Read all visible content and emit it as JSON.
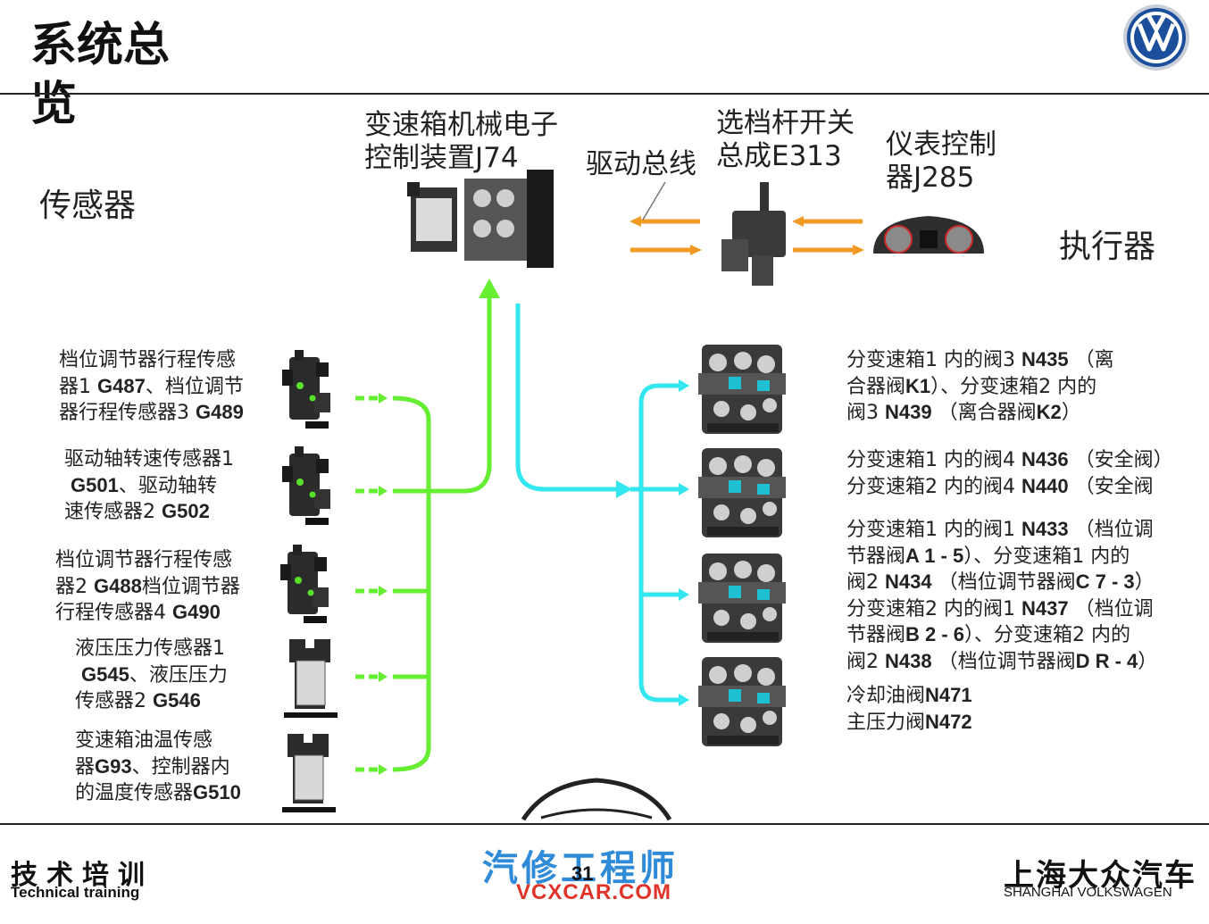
{
  "title": "系统总览",
  "labels": {
    "sensors": "传感器",
    "actuators": "执行器",
    "mechatronic": "变速箱机械电子\n控制装置J74",
    "drive_bus": "驱动总线",
    "selector": "选档杆开关\n总成E313",
    "instrument": "仪表控制\n器J285"
  },
  "sensors": [
    {
      "parts": [
        [
          "档位调节器行程传感\n器1 ",
          false
        ],
        [
          "G487",
          true
        ],
        [
          "、档位调节\n器行程传感器3 ",
          false
        ],
        [
          "G489",
          true
        ]
      ]
    },
    {
      "parts": [
        [
          "驱动轴转速传感器1\n ",
          false
        ],
        [
          "G501",
          true
        ],
        [
          "、驱动轴转\n速传感器2 ",
          false
        ],
        [
          "G502",
          true
        ]
      ]
    },
    {
      "parts": [
        [
          "档位调节器行程传感\n器2 ",
          false
        ],
        [
          "G488",
          true
        ],
        [
          "档位调节器\n行程传感器4 ",
          false
        ],
        [
          "G490",
          true
        ]
      ]
    },
    {
      "parts": [
        [
          "液压压力传感器1\n ",
          false
        ],
        [
          "G545",
          true
        ],
        [
          "、液压压力\n传感器2 ",
          false
        ],
        [
          "G546",
          true
        ]
      ]
    },
    {
      "parts": [
        [
          "变速箱油温传感\n器",
          false
        ],
        [
          "G93",
          true
        ],
        [
          "、控制器内\n的温度传感器",
          false
        ],
        [
          "G510",
          true
        ]
      ]
    }
  ],
  "actuators": [
    {
      "parts": [
        [
          "分变速箱1 内的阀3 ",
          false
        ],
        [
          "N435",
          true
        ],
        [
          " （离\n合器阀",
          false
        ],
        [
          "K1",
          true
        ],
        [
          "）、分变速箱2 内的\n阀3 ",
          false
        ],
        [
          "N439",
          true
        ],
        [
          " （离合器阀",
          false
        ],
        [
          "K2",
          true
        ],
        [
          "）",
          false
        ]
      ]
    },
    {
      "parts": [
        [
          "分变速箱1 内的阀4 ",
          false
        ],
        [
          "N436",
          true
        ],
        [
          " （安全阀）\n分变速箱2 内的阀4 ",
          false
        ],
        [
          "N440",
          true
        ],
        [
          " （安全阀",
          false
        ]
      ]
    },
    {
      "parts": [
        [
          "分变速箱1 内的阀1 ",
          false
        ],
        [
          "N433",
          true
        ],
        [
          " （档位调\n节器阀",
          false
        ],
        [
          "A 1 - 5",
          true
        ],
        [
          "）、分变速箱1 内的\n阀2 ",
          false
        ],
        [
          "N434",
          true
        ],
        [
          " （档位调节器阀",
          false
        ],
        [
          "C 7 - 3",
          true
        ],
        [
          "）\n分变速箱2 内的阀1 ",
          false
        ],
        [
          "N437",
          true
        ],
        [
          " （档位调\n节器阀",
          false
        ],
        [
          "B 2 - 6",
          true
        ],
        [
          "）、分变速箱2 内的\n阀2 ",
          false
        ],
        [
          "N438",
          true
        ],
        [
          " （档位调节器阀",
          false
        ],
        [
          "D R - 4",
          true
        ],
        [
          "）",
          false
        ]
      ]
    },
    {
      "parts": [
        [
          "冷却油阀",
          false
        ],
        [
          "N471",
          true
        ],
        [
          "\n主压力阀",
          false
        ],
        [
          "N472",
          true
        ]
      ]
    }
  ],
  "footer": {
    "left_cn": "技术培训",
    "left_en": "Technical training",
    "right_cn": "上海大众汽车",
    "right_en": "SHANGHAI VOLKSWAGEN",
    "page": "31",
    "watermark_cn": "汽修工程师",
    "watermark_en": "VCXCAR.COM"
  },
  "colors": {
    "sensor_arrow": "#66ee33",
    "actuator_arrow": "#33e6f0",
    "bus_arrow": "#f29a24",
    "vw_blue": "#1b4f9c"
  }
}
